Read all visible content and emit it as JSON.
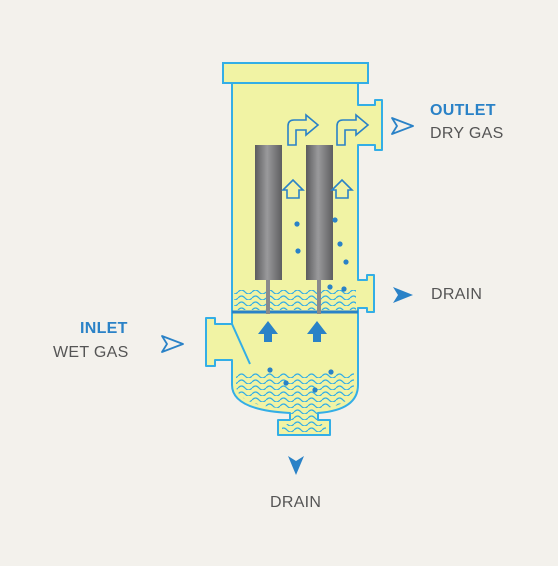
{
  "outlet": {
    "title": "OUTLET",
    "subtitle": "DRY GAS"
  },
  "inlet": {
    "title": "INLET",
    "subtitle": "WET GAS"
  },
  "drain_side": {
    "label": "DRAIN"
  },
  "drain_bottom": {
    "label": "DRAIN"
  },
  "colors": {
    "vessel_fill": "#f1f3a4",
    "vessel_stroke": "#33aee6",
    "accent_blue": "#2a82c7",
    "label_gray": "#555555",
    "element_gray": "#7e7e80",
    "background": "#f3f1ec"
  },
  "icons": {
    "outlet_marker": "open-triangle-arrow-icon",
    "inlet_marker": "open-triangle-arrow-icon",
    "drain_marker": "filled-arrowhead-icon",
    "flow_arrow": "flow-up-arrow-icon",
    "turn_arrow": "flow-turn-arrow-icon",
    "droplet": "droplet-dot-icon"
  }
}
